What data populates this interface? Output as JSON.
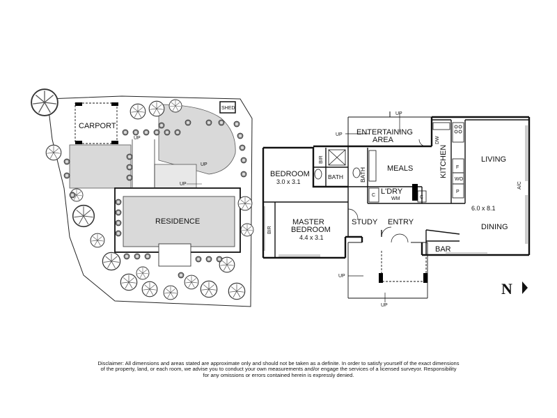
{
  "site_plan": {
    "carport": "CARPORT",
    "shed": "SHED",
    "residence": "RESIDENCE",
    "up": "UP"
  },
  "floor_plan": {
    "entertaining": [
      "ENTERTAINING",
      "AREA"
    ],
    "up": "UP",
    "bedroom": "BEDROOM",
    "bedroom_dim": "3.0 x 3.1",
    "bir": "BIR",
    "bath": "BATH",
    "meals": "MEALS",
    "kitchen": "KITCHEN",
    "living": "LIVING",
    "ldry": "L'DRY",
    "wm": "WM",
    "c": "C",
    "dw": "DW",
    "f": "F",
    "wo": "WO",
    "p": "P",
    "ac": "A/C",
    "living_dim": "6.0 x 8.1",
    "master": [
      "MASTER",
      "BEDROOM"
    ],
    "master_dim": "4.4 x 3.1",
    "study": "STUDY",
    "entry": "ENTRY",
    "dining": "DINING",
    "bar": "BAR"
  },
  "north_label": "N",
  "disclaimer": [
    "Disclaimer: All dimensions and areas stated are approximate only and should not be taken as a definite. In order to satisfy yourself of the exact dimensions",
    "of the property, land, or each room, we advise you to conduct your own measurements and/or engage the services of a licensed surveyor. Responsibility",
    "for any omissions or errors contained herein is expressly denied."
  ]
}
